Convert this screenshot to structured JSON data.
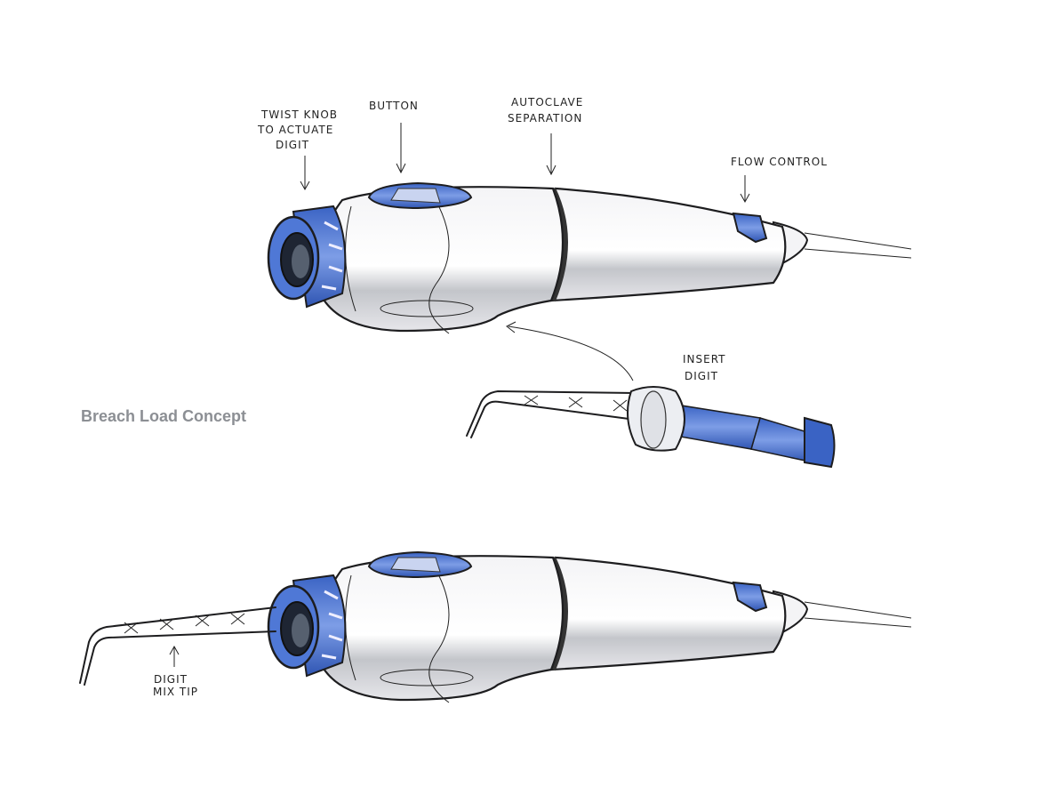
{
  "title": "Breach Load Concept",
  "annotations": {
    "twist_knob": [
      "TWIST KNOB",
      "TO ACTUATE",
      "DIGIT"
    ],
    "button": "BUTTON",
    "autoclave": [
      "AUTOCLAVE",
      "SEPARATION"
    ],
    "flow_control": "FLOW CONTROL",
    "insert_digit": [
      "INSERT",
      "DIGIT"
    ],
    "digit_mix_tip": [
      "DIGIT",
      "MIX TIP"
    ]
  },
  "colors": {
    "accent": "#4f78d6",
    "body": "#f2f2f4",
    "shade": "#b9bbc1",
    "title": "#8c8f94"
  }
}
